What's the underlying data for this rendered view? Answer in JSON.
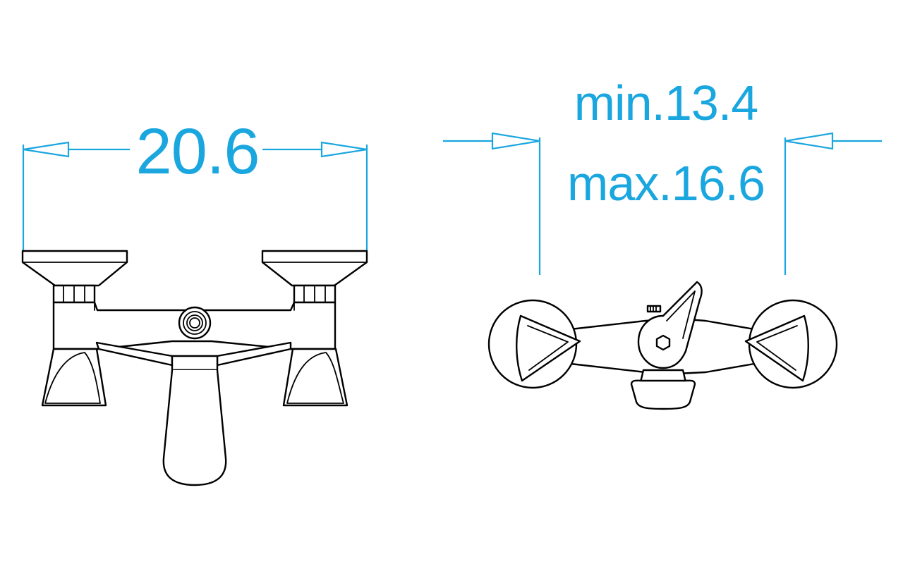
{
  "front_view": {
    "width_label": "20.6"
  },
  "top_view": {
    "min_label": "min.13.4",
    "max_label": "max.16.6"
  },
  "colors": {
    "dimension": "#1aa6df",
    "outline": "#000000",
    "background": "#ffffff"
  }
}
